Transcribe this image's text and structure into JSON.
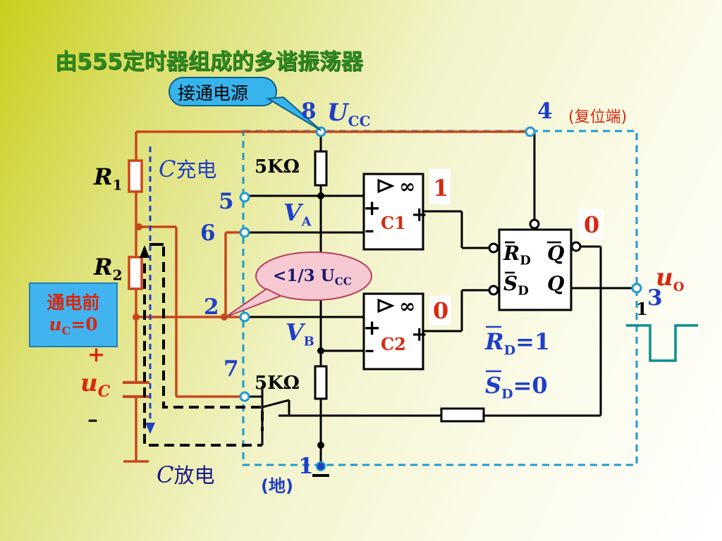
{
  "title": "由555定时器组成的多谐振荡器",
  "callouts": {
    "power": "接通电源",
    "threshold": "<1/3 UCC",
    "threshold_main": "<1/3 U",
    "threshold_sub": "CC",
    "before_power_line1": "通电前",
    "before_power_u": "u",
    "before_power_sub": "C",
    "before_power_val": "=0"
  },
  "pins": {
    "p8": "8",
    "p4": "4",
    "p5": "5",
    "p6": "6",
    "p2": "2",
    "p7": "7",
    "p1": "1",
    "p3": "3"
  },
  "labels": {
    "ucc_main": "U",
    "ucc_sub": "CC",
    "reset_label": "(复位端)",
    "ground_label": "(地)",
    "res_top": "5K",
    "res_bottom": "5K",
    "va_main": "V",
    "va_sub": "A",
    "vb_main": "V",
    "vb_sub": "B",
    "c1": "C1",
    "c2": "C2",
    "r1_main": "R",
    "r1_sub": "1",
    "r2_main": "R",
    "r2_sub": "2",
    "charge_c": "C",
    "charge_text": "充电",
    "discharge_c": "C",
    "discharge_text": "放电",
    "uc_main": "u",
    "uc_sub": "C",
    "plus": "+",
    "minus": "–",
    "uo_main": "u",
    "uo_sub": "O",
    "out_level": "1",
    "c1_out": "1",
    "c2_out": "0",
    "ff_q": "0",
    "ff_rd": "R",
    "ff_rd_sub": "D",
    "ff_sd": "S",
    "ff_sd_sub": "D",
    "ff_qbar": "Q",
    "ff_qout": "Q",
    "rd_eq_main": "R",
    "rd_eq_sub": "D",
    "rd_eq_val": "=1",
    "sd_eq_main": "S",
    "sd_eq_sub": "D",
    "sd_eq_val": "=0",
    "comp_inf": "∞",
    "comp_plus": "+",
    "comp_minus": "–"
  },
  "colors": {
    "wire": "#000000",
    "external": "#c8461b",
    "dashed_box": "#1e9bd0",
    "pin": "#1e9bd0",
    "path_dash": "#000000",
    "charge_path": "#1f3fc8",
    "output_wave": "#0a8f8f",
    "callout": "#37b4ec"
  }
}
